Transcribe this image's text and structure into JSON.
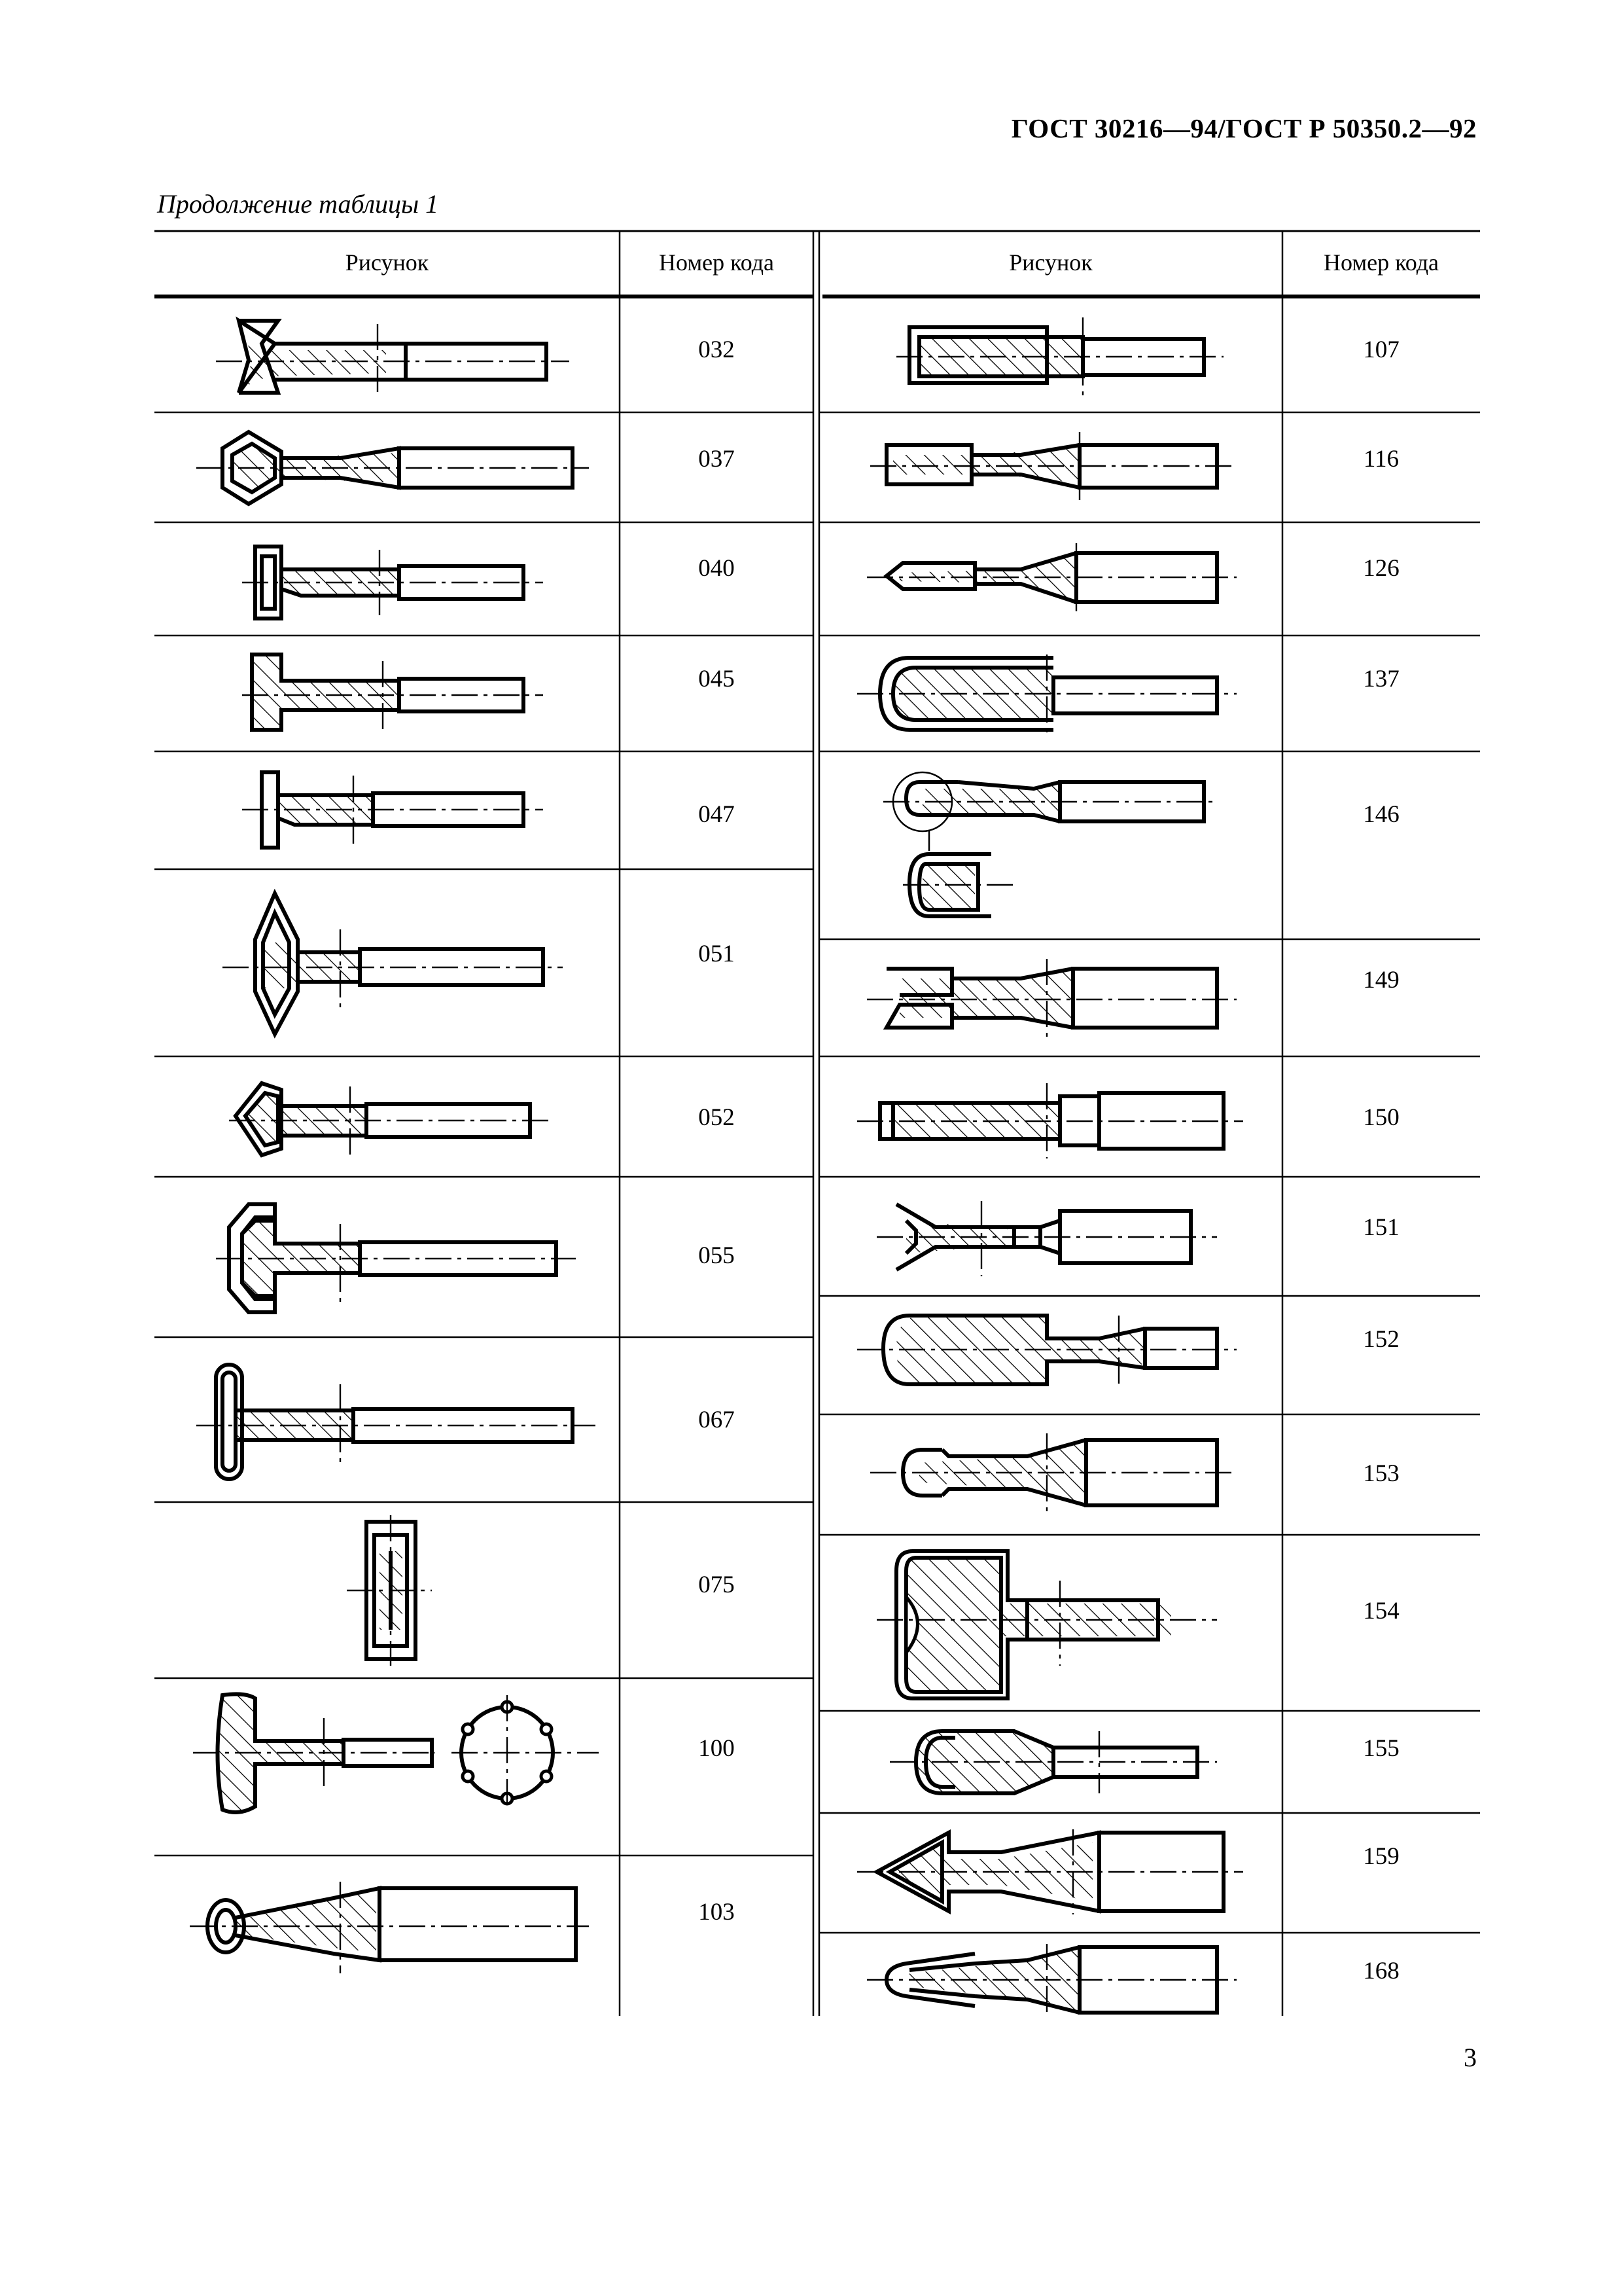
{
  "header": {
    "standard": "ГОСТ 30216—94/ГОСТ Р 50350.2—92"
  },
  "caption": "Продолжение таблицы 1",
  "table": {
    "columns": [
      "Рисунок",
      "Номер кода",
      "Рисунок",
      "Номер кода"
    ],
    "left_rows": [
      {
        "code": "032",
        "figure": "terminal-032-icon"
      },
      {
        "code": "037",
        "figure": "terminal-037-icon"
      },
      {
        "code": "040",
        "figure": "terminal-040-icon"
      },
      {
        "code": "045",
        "figure": "terminal-045-icon"
      },
      {
        "code": "047",
        "figure": "terminal-047-icon"
      },
      {
        "code": "051",
        "figure": "terminal-051-icon"
      },
      {
        "code": "052",
        "figure": "terminal-052-icon"
      },
      {
        "code": "055",
        "figure": "terminal-055-icon"
      },
      {
        "code": "067",
        "figure": "terminal-067-icon"
      },
      {
        "code": "075",
        "figure": "terminal-075-icon"
      },
      {
        "code": "100",
        "figure": "terminal-100-icon"
      },
      {
        "code": "103",
        "figure": "terminal-103-icon"
      }
    ],
    "right_rows": [
      {
        "code": "107",
        "figure": "terminal-107-icon"
      },
      {
        "code": "116",
        "figure": "terminal-116-icon"
      },
      {
        "code": "126",
        "figure": "terminal-126-icon"
      },
      {
        "code": "137",
        "figure": "terminal-137-icon"
      },
      {
        "code": "146",
        "figure": "terminal-146-icon"
      },
      {
        "code": "149",
        "figure": "terminal-149-icon"
      },
      {
        "code": "150",
        "figure": "terminal-150-icon"
      },
      {
        "code": "151",
        "figure": "terminal-151-icon"
      },
      {
        "code": "152",
        "figure": "terminal-152-icon"
      },
      {
        "code": "153",
        "figure": "terminal-153-icon"
      },
      {
        "code": "154",
        "figure": "terminal-154-icon"
      },
      {
        "code": "155",
        "figure": "terminal-155-icon"
      },
      {
        "code": "159",
        "figure": "terminal-159-icon"
      },
      {
        "code": "168",
        "figure": "terminal-168-icon"
      }
    ]
  },
  "page_number": "3"
}
